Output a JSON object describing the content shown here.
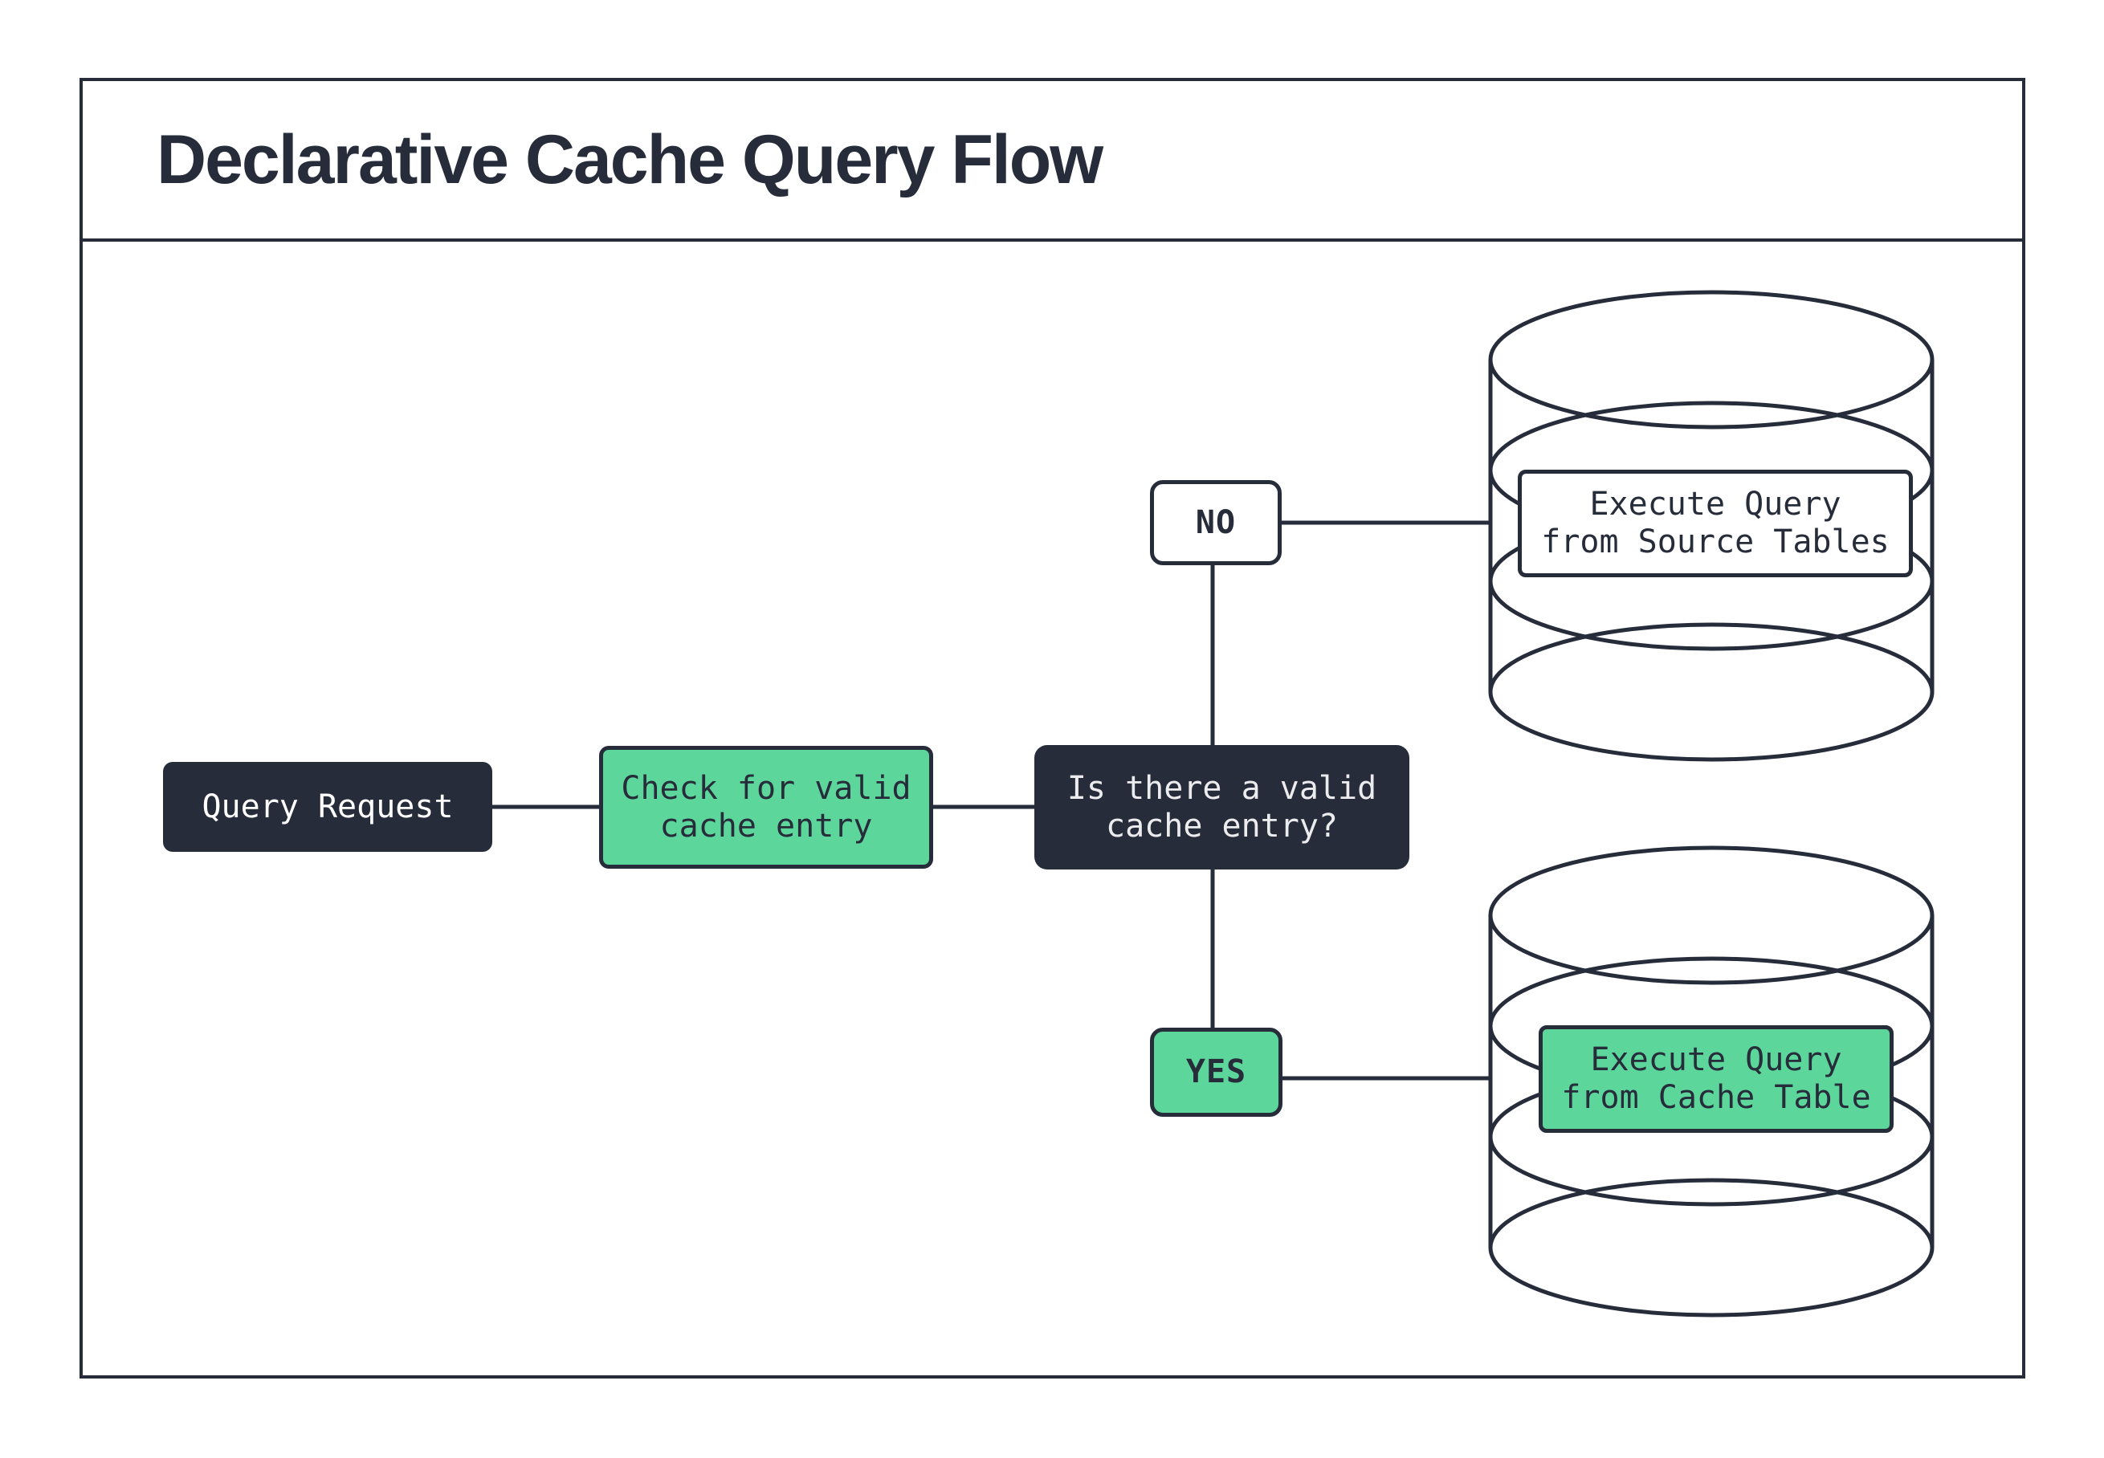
{
  "palette": {
    "ink": "#272c3a",
    "green": "#5dd69c",
    "paper": "#ffffff",
    "light": "#ececee"
  },
  "header": {
    "title": "Declarative Cache Query Flow"
  },
  "flow": {
    "query_request": {
      "label": "Query Request"
    },
    "check_cache": {
      "line1": "Check for valid",
      "line2": "cache entry"
    },
    "decision": {
      "line1": "Is there a valid",
      "line2": "cache entry?"
    },
    "no_branch": {
      "label": "NO"
    },
    "yes_branch": {
      "label": "YES"
    },
    "source_db": {
      "line1": "Execute Query",
      "line2": "from Source Tables"
    },
    "cache_db": {
      "line1": "Execute Query",
      "line2": "from Cache Table"
    }
  }
}
